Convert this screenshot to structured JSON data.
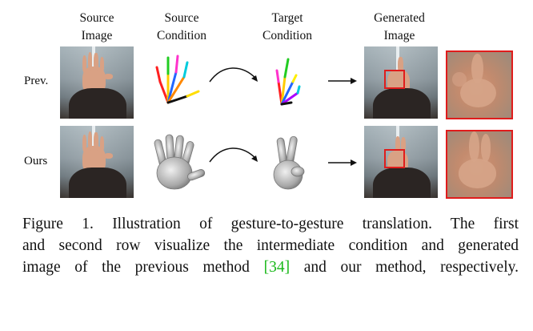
{
  "figure": {
    "column_headers": [
      {
        "line1": "Source",
        "line2": "Image"
      },
      {
        "line1": "Source",
        "line2": "Condition"
      },
      {
        "line1": "Target",
        "line2": "Condition"
      },
      {
        "line1": "Generated",
        "line2": "Image"
      }
    ],
    "row_labels": [
      "Prev.",
      "Ours"
    ],
    "highlight_color": "#e01c1c"
  },
  "caption": {
    "line1": "Figure 1. Illustration of gesture-to-gesture translation.  The first",
    "line2": "and second row visualize the intermediate condition and generated",
    "line3_before": "image of the previous method ",
    "line3_ref": "[34]",
    "line3_after": " and our method, respectively.",
    "ref_color": "#18b818"
  }
}
